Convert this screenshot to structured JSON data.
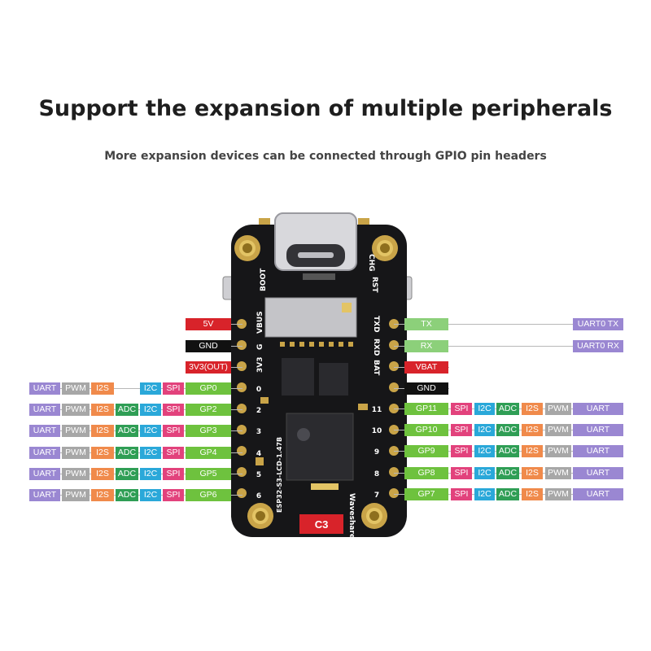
{
  "title": "Support the expansion of multiple peripherals",
  "subtitle": "More expansion devices can be connected through GPIO pin headers",
  "colors": {
    "UART": "#9a87d2",
    "PWM": "#a7a7a7",
    "I2S": "#f08a4b",
    "ADC": "#2f9e55",
    "I2C": "#2aa8d9",
    "SPI": "#e2427c",
    "GP": "#6ec23e",
    "power": "#d8232a",
    "ground": "#111111",
    "uart_pin": "#8cd07a",
    "uart0": "#9a87d2"
  },
  "board": {
    "silk_boot": "BOOT",
    "silk_rst": "RST",
    "silk_chg": "CHG",
    "silk_vbus": "VBUS",
    "silk_3v3": "3V3",
    "silk_g": "G",
    "silk_txd": "TXD",
    "silk_rxd": "RXD",
    "silk_bat": "BAT",
    "silk_model": "ESP32-S3-LCD-1.47B",
    "silk_brand": "Waveshare",
    "chip_label": "C3",
    "silk_pin_left": [
      "0",
      "2",
      "3",
      "4",
      "5",
      "6"
    ],
    "silk_pin_right": [
      "11",
      "10",
      "9",
      "8",
      "7"
    ]
  },
  "left_power": [
    "5V",
    "GND",
    "3V3(OUT)"
  ],
  "left_rows": [
    [
      "UART",
      "PWM",
      "I2S",
      "",
      "I2C",
      "SPI",
      "GP0"
    ],
    [
      "UART",
      "PWM",
      "I2S",
      "ADC",
      "I2C",
      "SPI",
      "GP2"
    ],
    [
      "UART",
      "PWM",
      "I2S",
      "ADC",
      "I2C",
      "SPI",
      "GP3"
    ],
    [
      "UART",
      "PWM",
      "I2S",
      "ADC",
      "I2C",
      "SPI",
      "GP4"
    ],
    [
      "UART",
      "PWM",
      "I2S",
      "ADC",
      "I2C",
      "SPI",
      "GP5"
    ],
    [
      "UART",
      "PWM",
      "I2S",
      "ADC",
      "I2C",
      "SPI",
      "GP6"
    ]
  ],
  "right_top": [
    {
      "pin": "TX",
      "func": "UART0 TX"
    },
    {
      "pin": "RX",
      "func": "UART0 RX"
    },
    {
      "pin": "VBAT",
      "func": ""
    },
    {
      "pin": "GND",
      "func": ""
    }
  ],
  "right_rows": [
    [
      "GP11",
      "SPI",
      "I2C",
      "ADC",
      "I2S",
      "PWM",
      "UART"
    ],
    [
      "GP10",
      "SPI",
      "I2C",
      "ADC",
      "I2S",
      "PWM",
      "UART"
    ],
    [
      "GP9",
      "SPI",
      "I2C",
      "ADC",
      "I2S",
      "PWM",
      "UART"
    ],
    [
      "GP8",
      "SPI",
      "I2C",
      "ADC",
      "I2S",
      "PWM",
      "UART"
    ],
    [
      "GP7",
      "SPI",
      "I2C",
      "ADC",
      "I2S",
      "PWM",
      "UART"
    ]
  ]
}
